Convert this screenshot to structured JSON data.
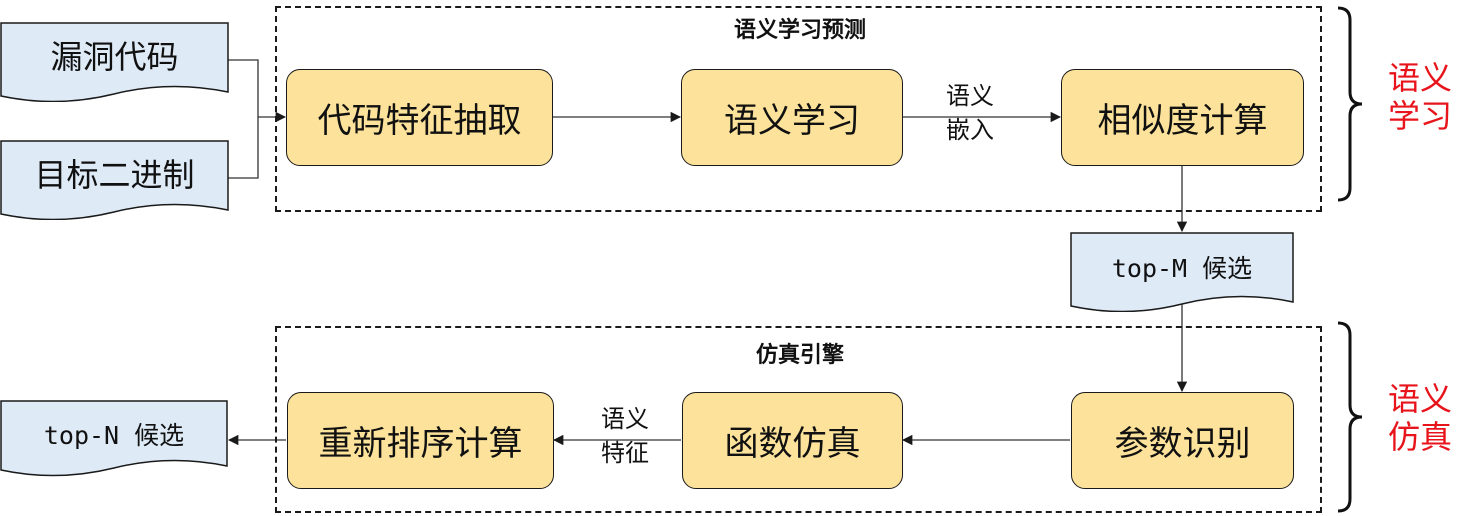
{
  "inputs": {
    "vuln_code": "漏洞代码",
    "target_binary": "目标二进制"
  },
  "groups": {
    "semantic_learning": {
      "title": "语义学习预测",
      "side_label_line1": "语义",
      "side_label_line2": "学习"
    },
    "simulation_engine": {
      "title": "仿真引擎",
      "side_label_line1": "语义",
      "side_label_line2": "仿真"
    }
  },
  "process": {
    "feature_extraction": "代码特征抽取",
    "semantic_learning": "语义学习",
    "similarity_calc": "相似度计算",
    "param_identification": "参数识别",
    "function_simulation": "函数仿真",
    "rerank_calc": "重新排序计算"
  },
  "edges": {
    "semantic_embedding_line1": "语义",
    "semantic_embedding_line2": "嵌入",
    "semantic_feature_line1": "语义",
    "semantic_feature_line2": "特征"
  },
  "outputs": {
    "top_m": "top-M 候选",
    "top_n": "top-N 候选"
  },
  "colors": {
    "process_fill": "#FCE29A",
    "doc_fill": "#DEEBF7",
    "side_label": "#E8141B"
  }
}
